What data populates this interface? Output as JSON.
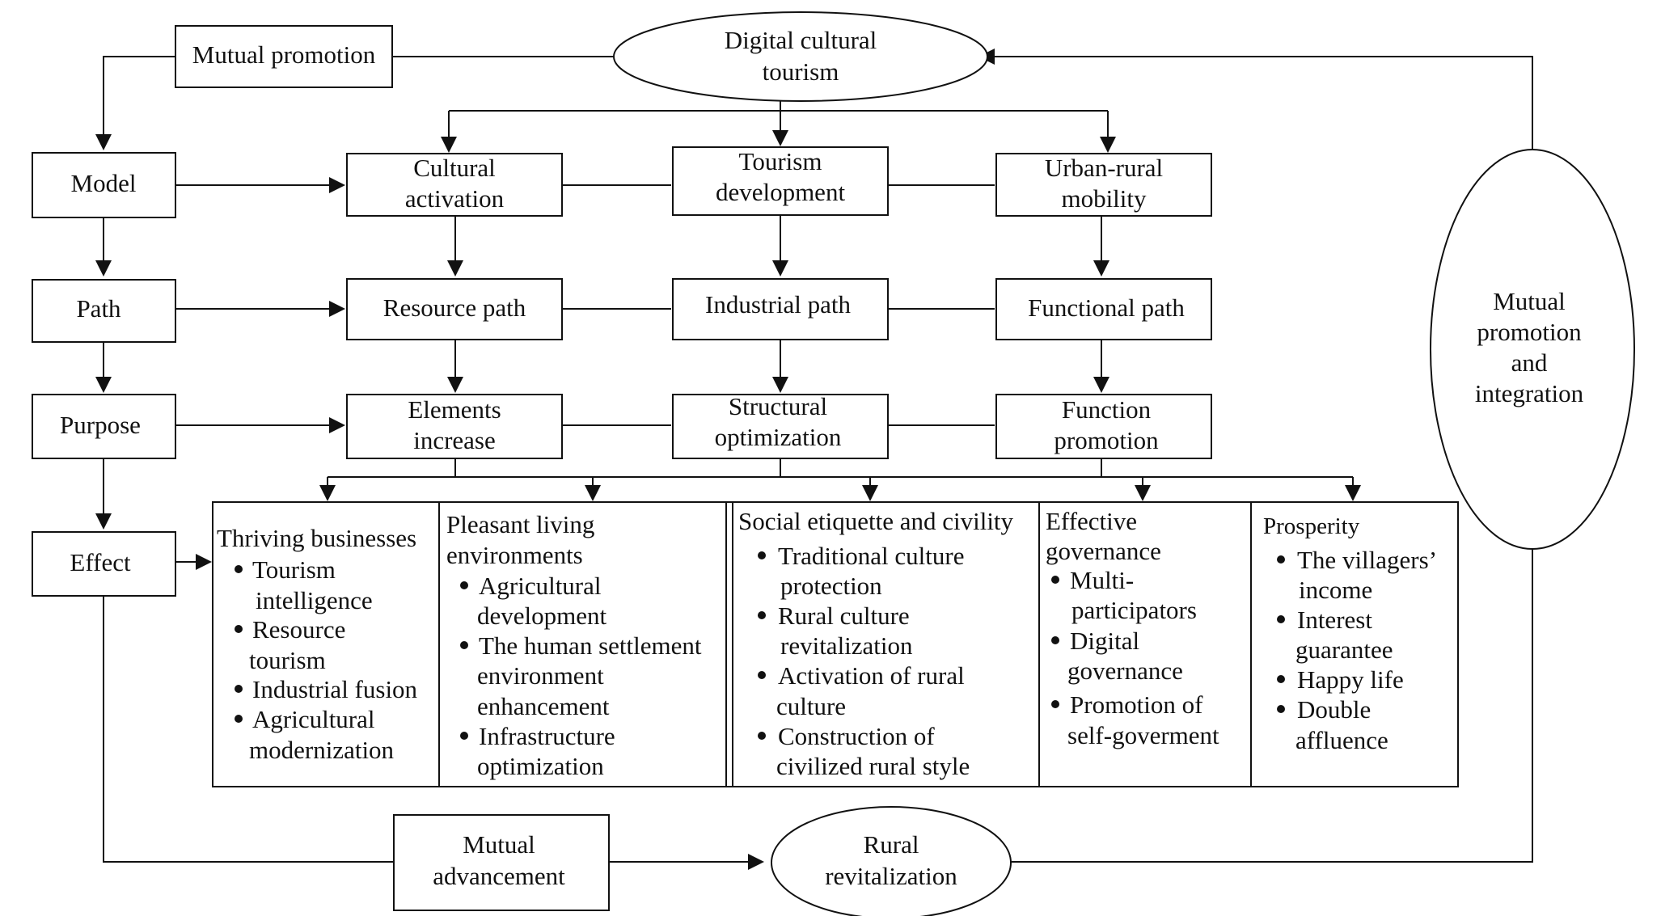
{
  "top": {
    "center": [
      "Digital cultural",
      "tourism"
    ],
    "mutual_promotion": "Mutual promotion"
  },
  "left": {
    "model": "Model",
    "path": "Path",
    "purpose": "Purpose",
    "effect": "Effect"
  },
  "columns": [
    {
      "model": [
        "Cultural",
        "activation"
      ],
      "path": [
        "Resource path"
      ],
      "purpose": [
        "Elements",
        "increase"
      ]
    },
    {
      "model": [
        "Tourism",
        "development"
      ],
      "path": [
        "Industrial path"
      ],
      "purpose": [
        "Structural",
        "optimization"
      ]
    },
    {
      "model": [
        "Urban-rural",
        "mobility"
      ],
      "path": [
        "Functional path"
      ],
      "purpose": [
        "Function",
        "promotion"
      ]
    }
  ],
  "right": [
    "Mutual",
    "promotion",
    "and",
    "integration"
  ],
  "bottom": {
    "advancement": [
      "Mutual",
      "advancement"
    ],
    "rural": [
      "Rural",
      "revitalization"
    ]
  },
  "effects": [
    {
      "title": [
        "Thriving businesses"
      ],
      "items": [
        [
          "Tourism",
          "intelligence"
        ],
        [
          "Resource",
          "tourism"
        ],
        [
          "Industrial fusion"
        ],
        [
          "Agricultural",
          "modernization"
        ]
      ]
    },
    {
      "title": [
        "Pleasant living",
        "environments"
      ],
      "items": [
        [
          "Agricultural",
          "development"
        ],
        [
          "The human settlement",
          "environment",
          "enhancement"
        ],
        [
          "Infrastructure",
          "optimization"
        ]
      ]
    },
    {
      "title": [
        "Social etiquette and civility"
      ],
      "items": [
        [
          "Traditional culture",
          "protection"
        ],
        [
          "Rural culture",
          "revitalization"
        ],
        [
          "Activation of rural",
          "culture"
        ],
        [
          "Construction of",
          "civilized rural style"
        ]
      ]
    },
    {
      "title": [
        "Effective",
        "governance"
      ],
      "items": [
        [
          "Multi-",
          "participators"
        ],
        [
          "Digital",
          "governance"
        ],
        [
          "Promotion of",
          "self-goverment"
        ]
      ]
    },
    {
      "title": [
        "Prosperity"
      ],
      "items": [
        [
          "The villagers’",
          "income"
        ],
        [
          "Interest",
          "guarantee"
        ],
        [
          "Happy life"
        ],
        [
          "Double",
          "affluence"
        ]
      ]
    }
  ]
}
